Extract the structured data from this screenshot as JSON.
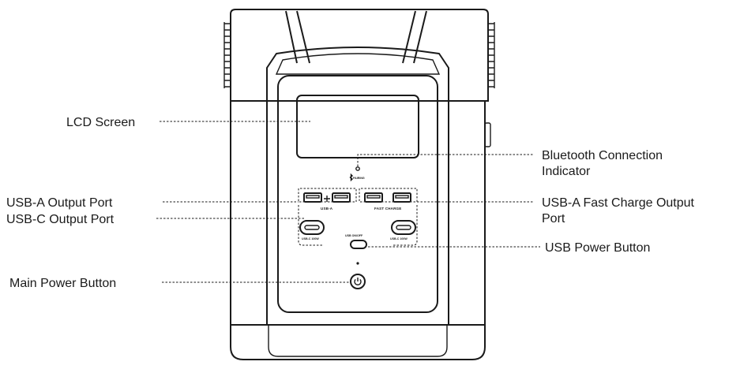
{
  "callouts": {
    "lcd": "LCD Screen",
    "usb_a": "USB-A Output Port",
    "usb_c": "USB-C Output Port",
    "main_power": "Main Power Button",
    "bluetooth_1": "Bluetooth Connection",
    "bluetooth_2": "Indicator",
    "usb_a_fast_1": "USB-A Fast Charge Output",
    "usb_a_fast_2": "Port",
    "usb_power": "USB Power Button"
  },
  "device_labels": {
    "pairing": "PAIRING",
    "usb_a": "USB-A",
    "fast_charge": "FAST CHARGE",
    "usb_on_off": "USB ON/OFF",
    "usb_c_left": "USB-C 100W",
    "usb_c_right": "USB-C 100W"
  },
  "icons": [
    "bluetooth-icon",
    "power-icon"
  ],
  "colors": {
    "line": "#1a1a1a",
    "background": "#ffffff"
  }
}
